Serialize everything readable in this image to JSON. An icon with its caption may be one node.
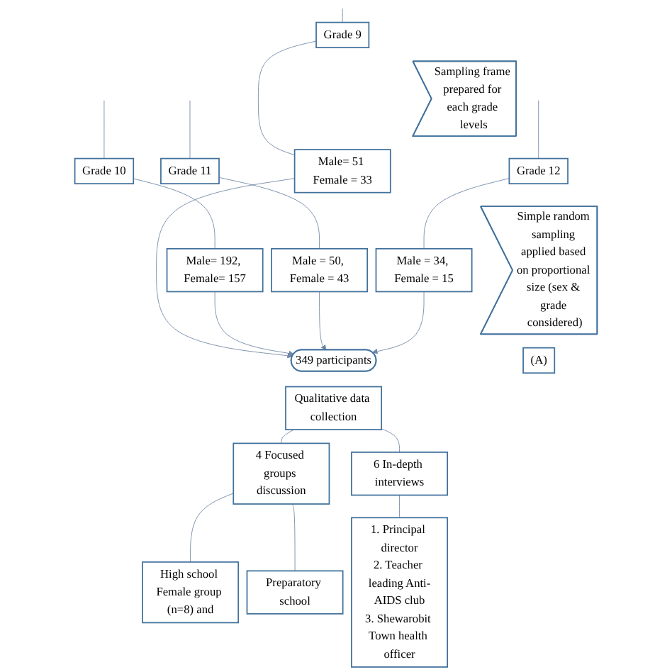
{
  "diagram": {
    "nodes": [
      {
        "text": [
          "Grade 9"
        ]
      },
      {
        "text": [
          "Grade 10"
        ]
      },
      {
        "text": [
          "Grade 11"
        ]
      },
      {
        "text": [
          "Grade 12"
        ]
      },
      {
        "text": [
          "Sampling frame prepared for each grade levels"
        ]
      },
      {
        "text": [
          "Male= 51 Female = 33"
        ]
      },
      {
        "text": [
          "Male= 192, Female= 157"
        ]
      },
      {
        "text": [
          "Male = 50, Female = 43"
        ]
      },
      {
        "text": [
          "Male = 34, Female = 15"
        ]
      },
      {
        "text": [
          "Simple random sampling applied based on proportional size (sex & grade considered)"
        ]
      },
      {
        "text": [
          "349 participants"
        ]
      },
      {
        "text": [
          "(A)"
        ]
      },
      {
        "text": [
          "Qualitative data collection"
        ]
      },
      {
        "text": [
          "4 Focused groups discussion"
        ]
      },
      {
        "text": [
          "6 In-depth interviews"
        ]
      },
      {
        "text": [
          "High school Female group (n=8) and"
        ]
      },
      {
        "text": [
          "Preparatory school"
        ]
      },
      {
        "text": [
          "1. Principal director",
          "2. Teacher leading Anti-AIDS club",
          "3. Shewarobit Town health officer"
        ]
      }
    ],
    "edges": [
      {
        "from": null,
        "to": 0,
        "arrow": "none"
      },
      {
        "from": null,
        "to": 1,
        "arrow": "none"
      },
      {
        "from": null,
        "to": 2,
        "arrow": "none"
      },
      {
        "from": null,
        "to": 3,
        "arrow": "none"
      },
      {
        "from": 0,
        "to": 5,
        "arrow": "none"
      },
      {
        "from": 1,
        "to": 6,
        "arrow": "none"
      },
      {
        "from": 2,
        "to": 7,
        "arrow": "none"
      },
      {
        "from": 3,
        "to": 8,
        "arrow": "none"
      },
      {
        "from": 5,
        "to": 10,
        "arrow": "to"
      },
      {
        "from": 6,
        "to": 10,
        "arrow": "to"
      },
      {
        "from": 7,
        "to": 10,
        "arrow": "to"
      },
      {
        "from": 8,
        "to": 10,
        "arrow": "to"
      },
      {
        "from": 12,
        "to": 13,
        "arrow": "none"
      },
      {
        "from": 12,
        "to": 14,
        "arrow": "none"
      },
      {
        "from": 13,
        "to": 15,
        "arrow": "none"
      },
      {
        "from": 13,
        "to": 16,
        "arrow": "none"
      },
      {
        "from": 14,
        "to": 17,
        "arrow": "none"
      }
    ]
  }
}
